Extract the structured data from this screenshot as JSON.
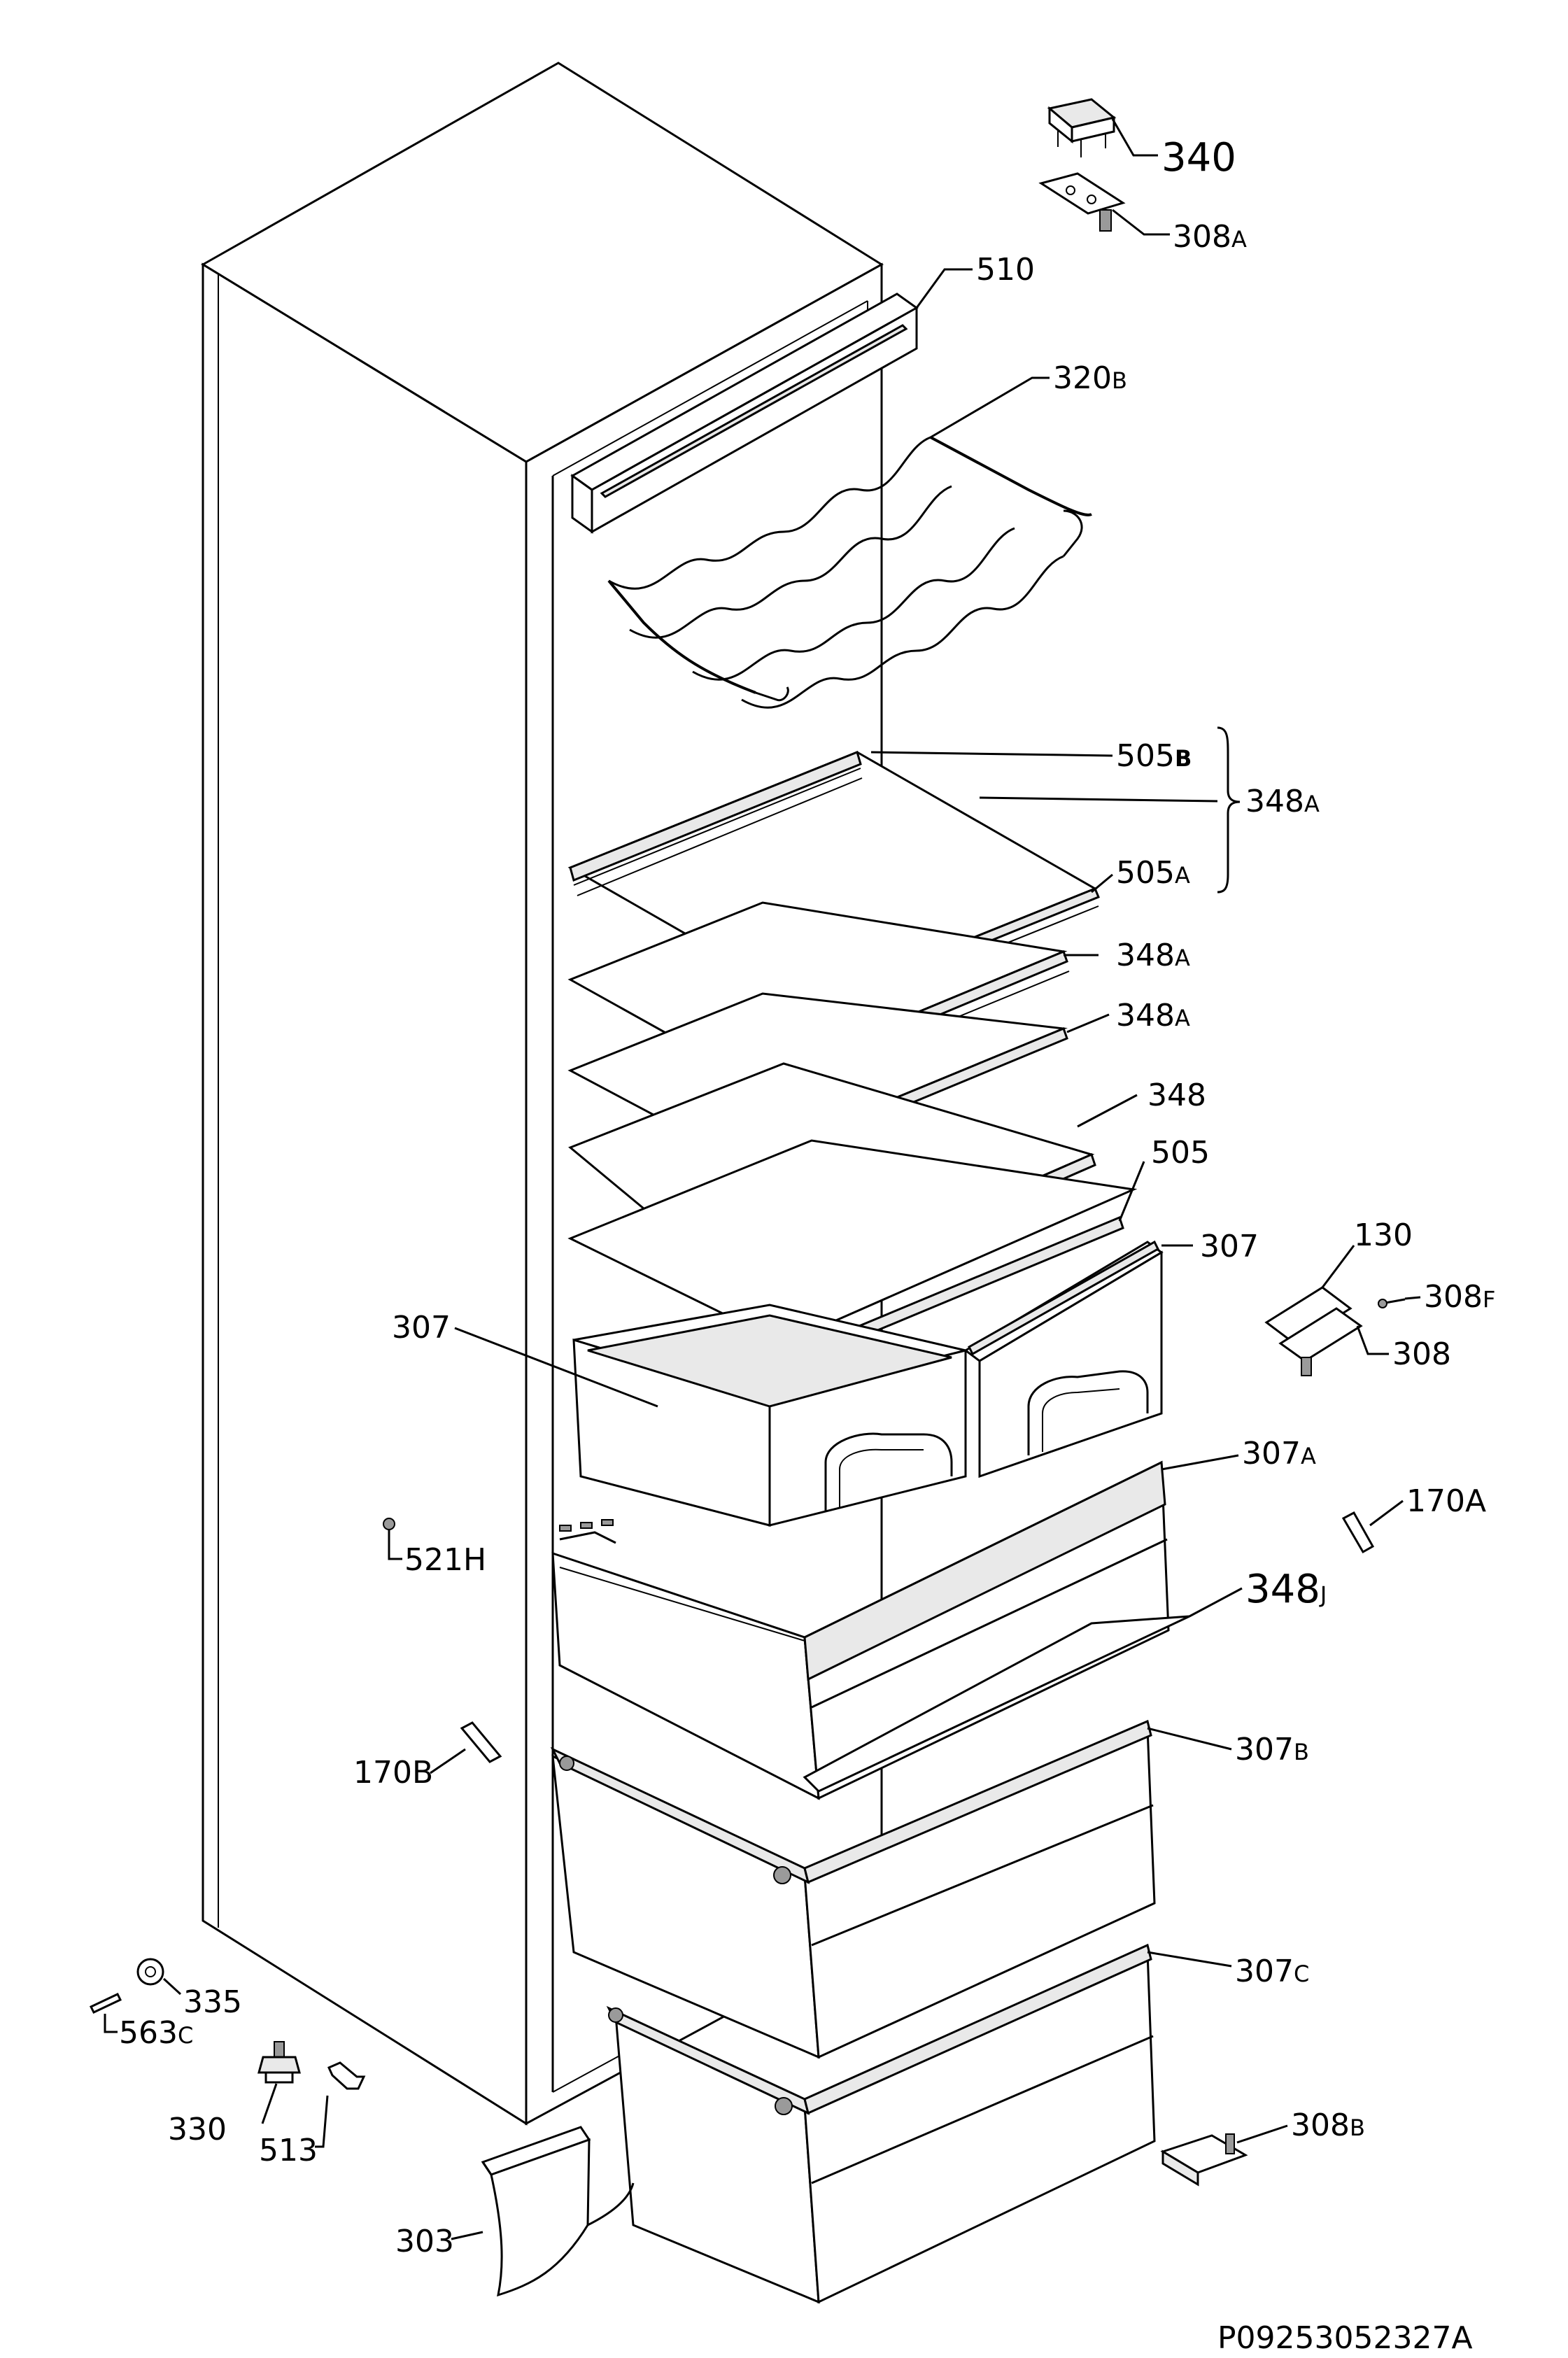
{
  "diagram_id": "P09253052327A",
  "labels": {
    "l340": {
      "num": "340",
      "suffix": ""
    },
    "l308A": {
      "num": "308",
      "suffix": "A"
    },
    "l510": {
      "num": "510",
      "suffix": ""
    },
    "l320B": {
      "num": "320",
      "suffix": "B"
    },
    "l505B": {
      "num": "505",
      "suffix": "B"
    },
    "l348A_group": {
      "num": "348",
      "suffix": "A"
    },
    "l505A": {
      "num": "505",
      "suffix": "A"
    },
    "l348A_1": {
      "num": "348",
      "suffix": "A"
    },
    "l348A_2": {
      "num": "348",
      "suffix": "A"
    },
    "l348": {
      "num": "348",
      "suffix": ""
    },
    "l505": {
      "num": "505",
      "suffix": ""
    },
    "l307_right": {
      "num": "307",
      "suffix": ""
    },
    "l307_left": {
      "num": "307",
      "suffix": ""
    },
    "l130": {
      "num": "130",
      "suffix": ""
    },
    "l308F": {
      "num": "308",
      "suffix": "F"
    },
    "l308": {
      "num": "308",
      "suffix": ""
    },
    "l307A": {
      "num": "307",
      "suffix": "A"
    },
    "l170A": {
      "num": "170A",
      "suffix": ""
    },
    "l521H": {
      "num": "521H",
      "suffix": ""
    },
    "l348J": {
      "num": "348",
      "suffix": "J"
    },
    "l170B": {
      "num": "170B",
      "suffix": ""
    },
    "l307B": {
      "num": "307",
      "suffix": "B"
    },
    "l335": {
      "num": "335",
      "suffix": ""
    },
    "l563C": {
      "num": "563",
      "suffix": "C"
    },
    "l307C": {
      "num": "307",
      "suffix": "C"
    },
    "l330": {
      "num": "330",
      "suffix": ""
    },
    "l513": {
      "num": "513",
      "suffix": ""
    },
    "l308B": {
      "num": "308",
      "suffix": "B"
    },
    "l303": {
      "num": "303",
      "suffix": ""
    }
  }
}
